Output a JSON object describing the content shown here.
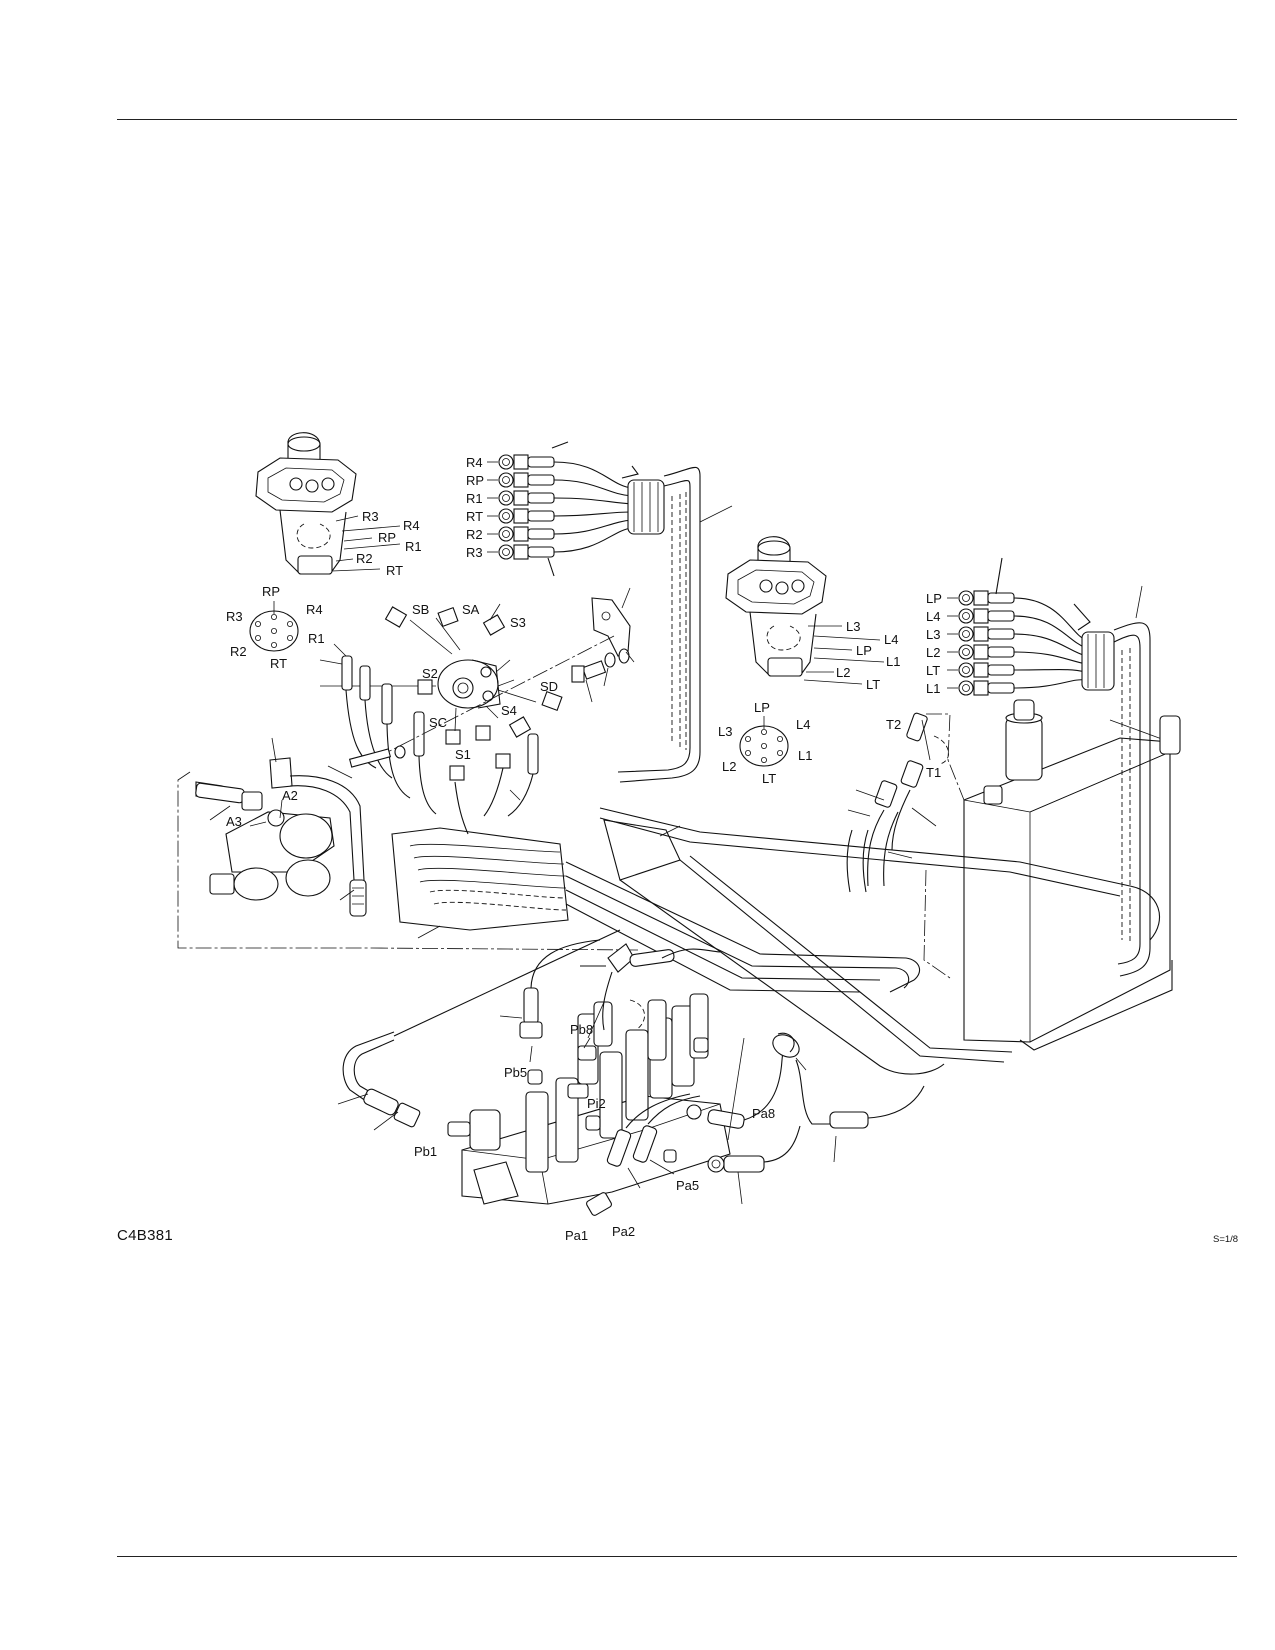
{
  "figure": {
    "code": "C4B381",
    "scale": "S=1/8"
  },
  "labels": {
    "right_valve_ports": [
      "R3",
      "R4",
      "RP",
      "R1",
      "R2",
      "RT"
    ],
    "right_pattern": [
      "RP",
      "R4",
      "R3",
      "R1",
      "R2",
      "RT"
    ],
    "right_hoses": [
      "R4",
      "RP",
      "R1",
      "RT",
      "R2",
      "R3"
    ],
    "swivel": [
      "SB",
      "SA",
      "S3",
      "S2",
      "SD",
      "SC",
      "S4",
      "S1"
    ],
    "accumulator": [
      "A2",
      "A3"
    ],
    "left_valve_ports": [
      "L3",
      "L4",
      "LP",
      "L1",
      "L2",
      "LT"
    ],
    "left_pattern": [
      "LP",
      "L4",
      "L3",
      "L1",
      "L2",
      "LT"
    ],
    "left_hoses": [
      "LP",
      "L4",
      "L3",
      "L2",
      "LT",
      "L1"
    ],
    "tank": [
      "T2",
      "T1"
    ],
    "control_valve": [
      "Pb8",
      "Pb5",
      "Pi2",
      "Pb1",
      "Pa8",
      "Pa5",
      "Pa1",
      "Pa2"
    ]
  }
}
